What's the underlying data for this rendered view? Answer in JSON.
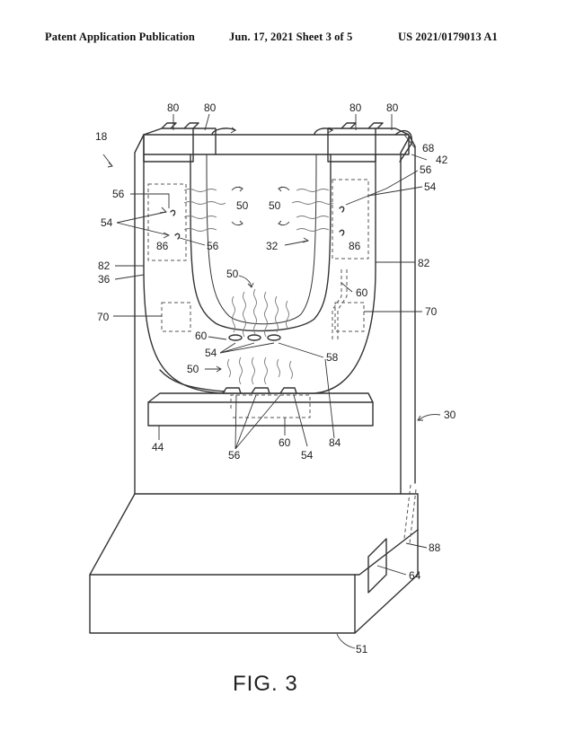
{
  "header": {
    "left": "Patent Application Publication",
    "middle": "Jun. 17, 2021  Sheet 3 of 5",
    "right": "US 2021/0179013 A1"
  },
  "figure": {
    "caption": "FIG. 3",
    "ref_numerals": {
      "r80a": "80",
      "r80b": "80",
      "r80c": "80",
      "r80d": "80",
      "r18": "18",
      "r68": "68",
      "r42": "42",
      "r56top": "56",
      "r54top": "54",
      "r56l": "56",
      "r50a": "50",
      "r50b": "50",
      "r54l": "54",
      "r86l": "86",
      "r56m": "56",
      "r32": "32",
      "r86r": "86",
      "r82l": "82",
      "r82r": "82",
      "r36": "36",
      "r50c": "50",
      "r60r": "60",
      "r70l": "70",
      "r70r": "70",
      "r60m": "60",
      "r54m": "54",
      "r58": "58",
      "r50d": "50",
      "r30": "30",
      "r44": "44",
      "r60b": "60",
      "r84": "84",
      "r56b": "56",
      "r54b": "54",
      "r88": "88",
      "r64": "64",
      "r51": "51"
    }
  }
}
